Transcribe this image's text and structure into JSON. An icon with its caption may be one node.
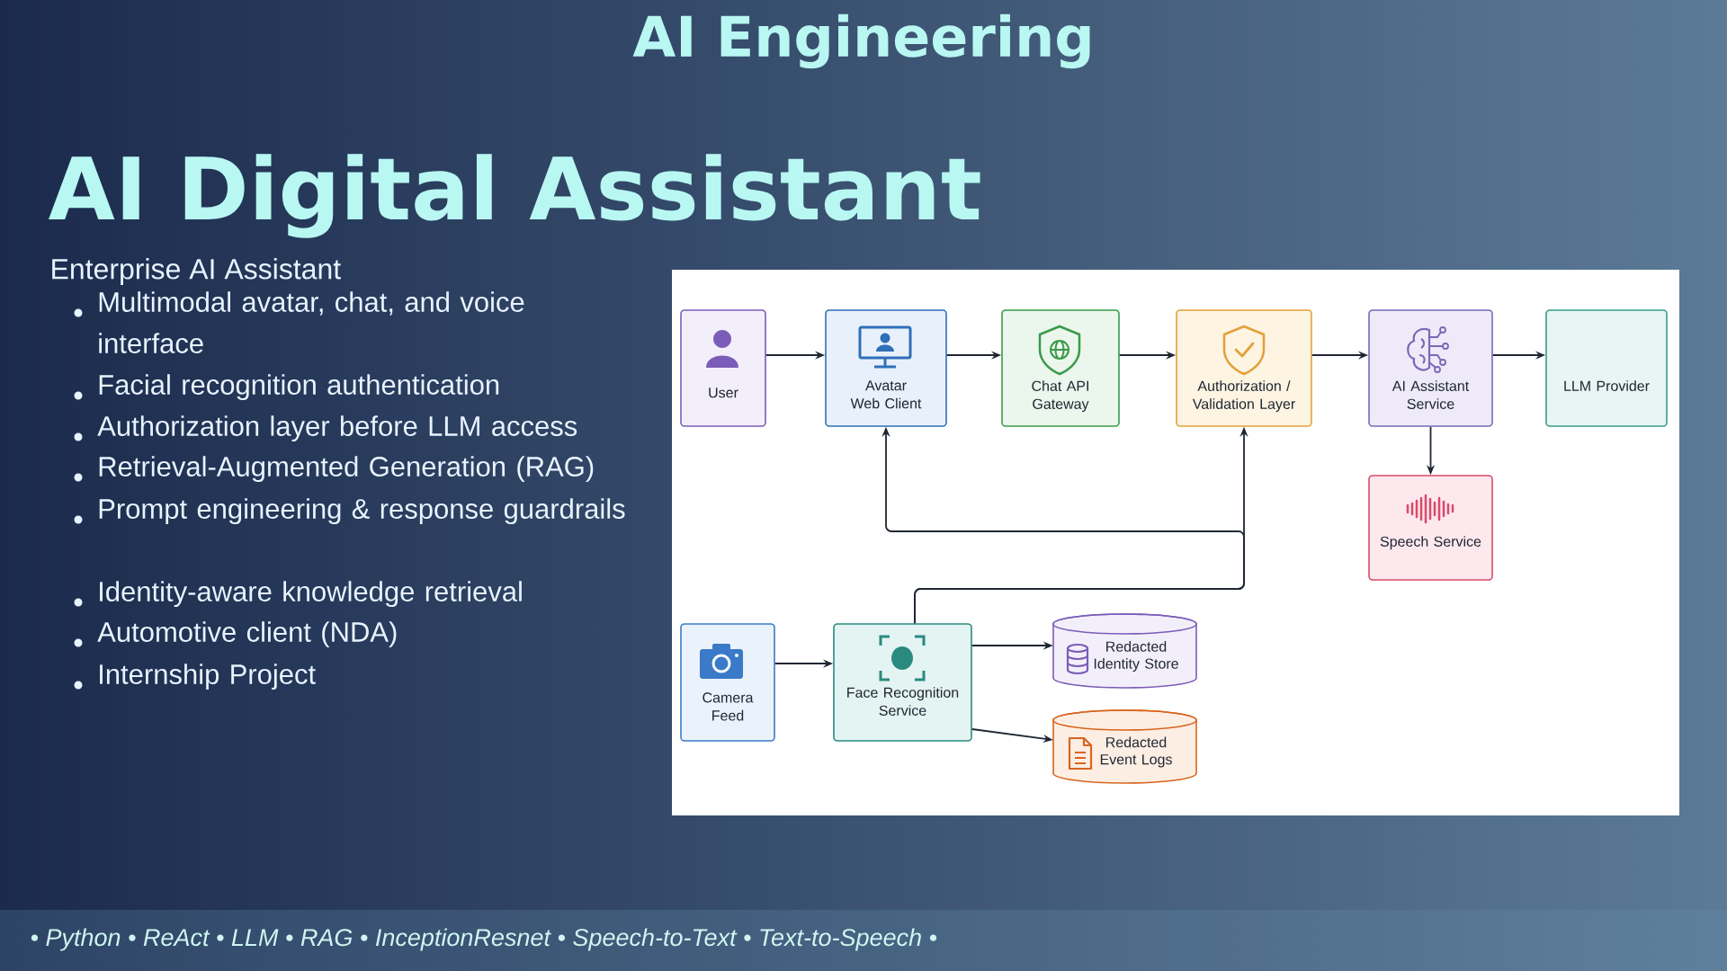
{
  "diagram": {
    "title": "AI Engineering",
    "nodes": [
      {
        "text": [
          "User"
        ]
      },
      {
        "text": [
          "Avatar Web Client"
        ]
      },
      {
        "text": [
          "Chat API Gateway"
        ]
      },
      {
        "text": [
          "Authorization / Validation Layer"
        ]
      },
      {
        "text": [
          "AI Assistant Service"
        ]
      },
      {
        "text": [
          "LLM Provider"
        ]
      },
      {
        "text": [
          "Speech Service"
        ]
      },
      {
        "text": [
          "Camera Feed"
        ]
      },
      {
        "text": [
          "Face Recognition Service"
        ]
      },
      {
        "text": [
          "Redacted Identity Store"
        ]
      },
      {
        "text": [
          "Redacted Event Logs"
        ]
      }
    ],
    "edges": [
      {
        "from": 0,
        "to": 1,
        "arrow": "to"
      },
      {
        "from": 1,
        "to": 2,
        "arrow": "to"
      },
      {
        "from": 2,
        "to": 3,
        "arrow": "to"
      },
      {
        "from": 3,
        "to": 4,
        "arrow": "to"
      },
      {
        "from": 4,
        "to": 5,
        "arrow": "to"
      },
      {
        "from": 4,
        "to": 6,
        "arrow": "to"
      },
      {
        "from": 7,
        "to": 8,
        "arrow": "to"
      },
      {
        "from": 8,
        "to": 3,
        "arrow": "to"
      },
      {
        "from": 8,
        "to": 1,
        "arrow": "to"
      },
      {
        "from": 8,
        "to": 9,
        "arrow": "to"
      },
      {
        "from": 8,
        "to": 10,
        "arrow": "to"
      }
    ],
    "labels": [
      "AI Digital Assistant",
      "Enterprise AI Assistant",
      "Multimodal avatar, chat, and voice interface",
      "Facial recognition authentication",
      "Authorization layer before LLM access",
      "Retrieval-Augmented Generation (RAG)",
      "Prompt engineering & response guardrails",
      "Identity-aware knowledge retrieval",
      "Automotive client (NDA)",
      "Internship Project",
      "• Python • ReAct • LLM • RAG • InceptionResnet • Speech-to-Text • Text-to-Speech •"
    ]
  }
}
